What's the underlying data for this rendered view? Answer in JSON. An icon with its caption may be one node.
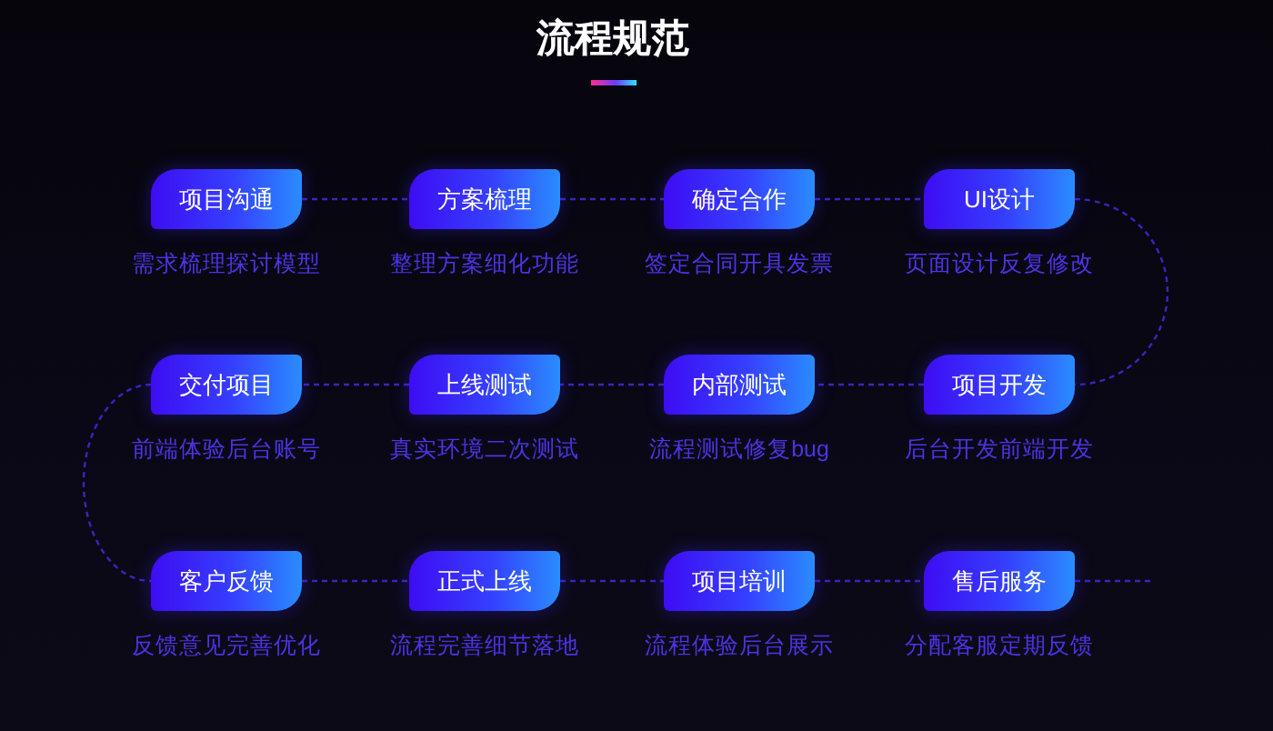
{
  "diagram": {
    "title": "流程规范",
    "nodes": [
      {
        "text": [
          "项目沟通"
        ],
        "beside": [
          "需求梳理探讨模型"
        ]
      },
      {
        "text": [
          "方案梳理"
        ],
        "beside": [
          "整理方案细化功能"
        ]
      },
      {
        "text": [
          "确定合作"
        ],
        "beside": [
          "签定合同开具发票"
        ]
      },
      {
        "text": [
          "UI设计"
        ],
        "beside": [
          "页面设计反复修改"
        ]
      },
      {
        "text": [
          "交付项目"
        ],
        "beside": [
          "前端体验后台账号"
        ]
      },
      {
        "text": [
          "上线测试"
        ],
        "beside": [
          "真实环境二次测试"
        ]
      },
      {
        "text": [
          "内部测试"
        ],
        "beside": [
          "流程测试修复bug"
        ]
      },
      {
        "text": [
          "项目开发"
        ],
        "beside": [
          "后台开发前端开发"
        ]
      },
      {
        "text": [
          "客户反馈"
        ],
        "beside": [
          "反馈意见完善优化"
        ]
      },
      {
        "text": [
          "正式上线"
        ],
        "beside": [
          "流程完善细节落地"
        ]
      },
      {
        "text": [
          "项目培训"
        ],
        "beside": [
          "流程体验后台展示"
        ]
      },
      {
        "text": [
          "售后服务"
        ],
        "beside": [
          "分配客服定期反馈"
        ]
      }
    ],
    "edges": [
      {
        "from": 0,
        "to": 1,
        "arrow": "none"
      },
      {
        "from": 1,
        "to": 2,
        "arrow": "none"
      },
      {
        "from": 2,
        "to": 3,
        "arrow": "none"
      },
      {
        "from": 3,
        "to": 7,
        "arrow": "none"
      },
      {
        "from": 7,
        "to": 6,
        "arrow": "none"
      },
      {
        "from": 6,
        "to": 5,
        "arrow": "none"
      },
      {
        "from": 5,
        "to": 4,
        "arrow": "none"
      },
      {
        "from": 4,
        "to": 8,
        "arrow": "none"
      },
      {
        "from": 8,
        "to": 9,
        "arrow": "none"
      },
      {
        "from": 9,
        "to": 10,
        "arrow": "none"
      },
      {
        "from": 10,
        "to": 11,
        "arrow": "none"
      },
      {
        "from": 11,
        "to": null,
        "arrow": "none"
      }
    ]
  }
}
